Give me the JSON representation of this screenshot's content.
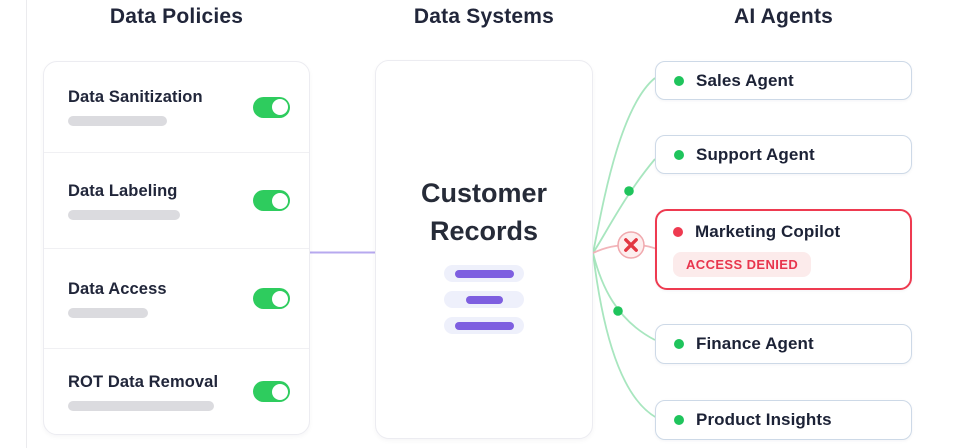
{
  "headers": {
    "policies": "Data Policies",
    "systems": "Data Systems",
    "agents": "AI Agents"
  },
  "policies": [
    {
      "label": "Data Sanitization",
      "enabled": true
    },
    {
      "label": "Data Labeling",
      "enabled": true
    },
    {
      "label": "Data Access",
      "enabled": true
    },
    {
      "label": "ROT Data Removal",
      "enabled": true
    }
  ],
  "system": {
    "name_line1": "Customer",
    "name_line2": "Records"
  },
  "agents": [
    {
      "name": "Sales Agent",
      "status": "allowed"
    },
    {
      "name": "Support Agent",
      "status": "allowed"
    },
    {
      "name": "Marketing Copilot",
      "status": "denied",
      "badge": "ACCESS DENIED"
    },
    {
      "name": "Finance Agent",
      "status": "allowed"
    },
    {
      "name": "Product Insights",
      "status": "allowed"
    }
  ],
  "colors": {
    "accent_green": "#1fc45c",
    "toggle_green": "#2ecc5e",
    "denied_red": "#ee3a50",
    "badge_bg": "#fcebeb",
    "badge_text": "#e8354d",
    "purple_bar": "#7e5fe0",
    "pill_bg": "#eef0fb",
    "line_green": "#a8e6bf",
    "line_pink": "#f2b5ba",
    "line_purple": "#b7a9ef",
    "text_dark": "#21263a"
  }
}
